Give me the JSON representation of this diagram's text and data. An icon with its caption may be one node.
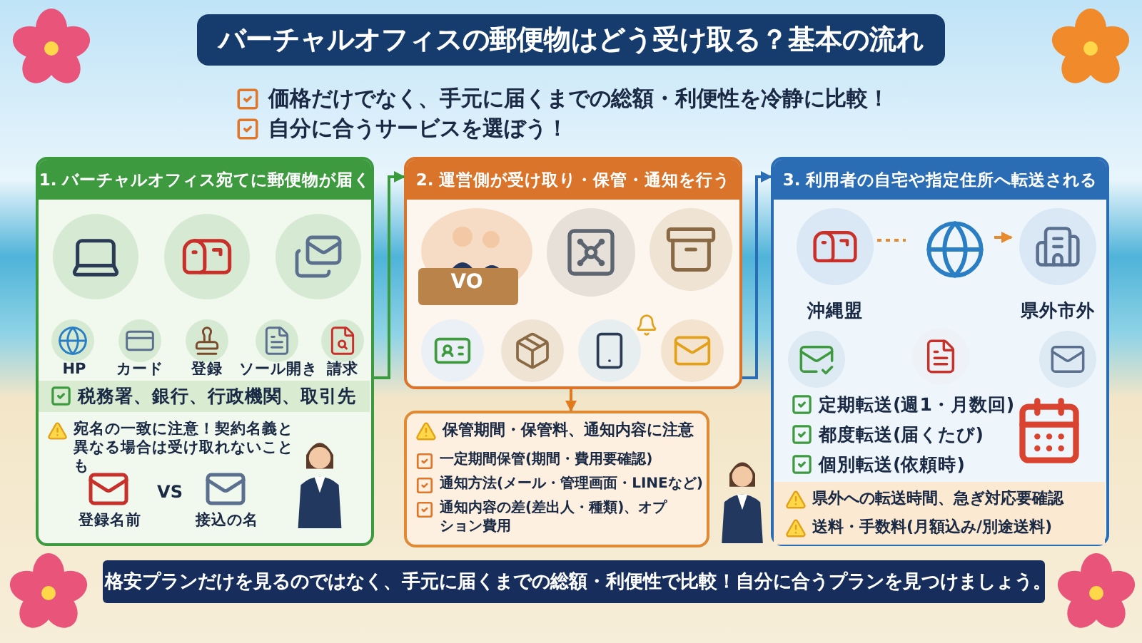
{
  "diagram": {
    "title": "バーチャルオフィスの郵便物はどう受け取る？基本の流れ",
    "nodes": [
      {
        "text": [
          "1. バーチャルオフィス宛てに郵便物が届く",
          "HP",
          "カード",
          "登録",
          "ソール開き",
          "請求",
          "税務署、銀行、行政機関、取引先",
          "宛名の一致に注意！契約名義と異なる場合は受け取れないことも",
          "登録名前",
          "VS",
          "接込の名"
        ]
      },
      {
        "text": [
          "2. 運営側が受け取り・保管・通知を行う",
          "VO"
        ]
      },
      {
        "text": [
          "保管期間・保管料、通知内容に注意",
          "一定期間保管(期間・費用要確認)",
          "通知方法(メール・管理画面・LINEなど)",
          "通知内容の差(差出人・種類)、オプション費用"
        ]
      },
      {
        "text": [
          "3. 利用者の自宅や指定住所へ転送される",
          "定期転送(週1・月数回)",
          "都度転送(届くたび)",
          "個別転送(依頼時)",
          "県外への転送時間、急ぎ対応要確認",
          "送料・手数料(月額込み/別途送料)"
        ]
      },
      {
        "text": [
          "沖縄盟"
        ],
        "in": 3
      },
      {
        "text": [],
        "shape": "picture",
        "in": 3
      },
      {
        "text": [
          "県外市外"
        ],
        "in": 3
      }
    ],
    "edges": [
      {
        "from": 0,
        "to": 1,
        "arrow": "to",
        "color": "#3a9a3e"
      },
      {
        "from": 1,
        "to": 2,
        "arrow": "to",
        "color": "#e07a1f"
      },
      {
        "from": 1,
        "to": 3,
        "arrow": "to",
        "color": "#2a6db5"
      },
      {
        "from": 4,
        "to": 5,
        "arrow": "none",
        "style": "dashed",
        "color": "#e8892b"
      },
      {
        "from": 5,
        "to": 6,
        "arrow": "to",
        "color": "#e8892b"
      }
    ],
    "labels": [
      "価格だけでなく、手元に届くまでの総額・利便性を冷静に比較！",
      "自分に合うサービスを選ぼう！",
      "格安プランだけを見るのではなく、**手元に届くまでの総額・利便性で比較！**自分に合うプランを見つけましょう。"
    ]
  }
}
